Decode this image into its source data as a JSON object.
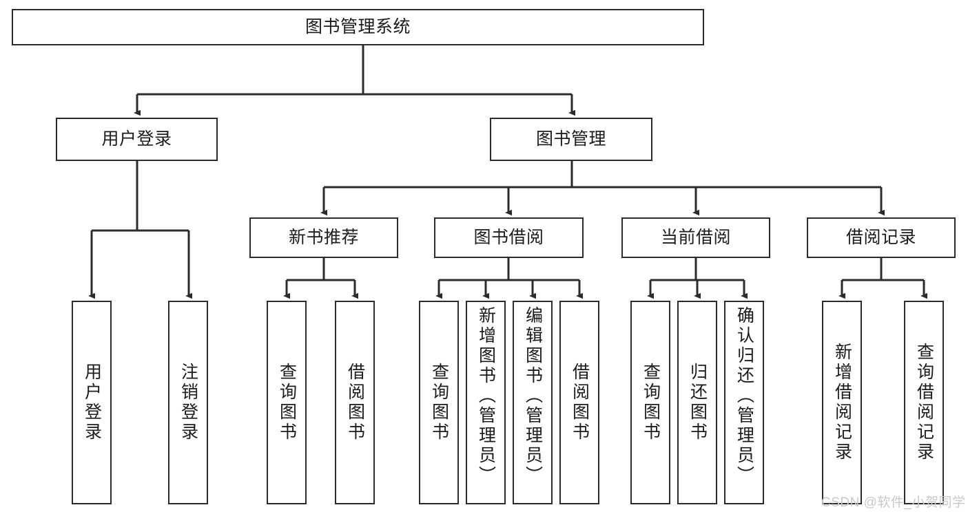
{
  "diagram": {
    "type": "tree-hierarchy",
    "title": "图书管理系统",
    "root": {
      "label": "图书管理系统"
    },
    "level1": [
      {
        "label": "用户登录"
      },
      {
        "label": "图书管理"
      }
    ],
    "level2": [
      {
        "label": "新书推荐"
      },
      {
        "label": "图书借阅"
      },
      {
        "label": "当前借阅"
      },
      {
        "label": "借阅记录"
      }
    ],
    "leaves": {
      "user_login": [
        {
          "label": "用户登录"
        },
        {
          "label": "注销登录"
        }
      ],
      "new_book_recommend": [
        {
          "label": "查询图书"
        },
        {
          "label": "借阅图书"
        }
      ],
      "book_borrow": [
        {
          "label": "查询图书"
        },
        {
          "label": "新增图书（管理员）"
        },
        {
          "label": "编辑图书（管理员）"
        },
        {
          "label": "借阅图书"
        }
      ],
      "current_borrow": [
        {
          "label": "查询图书"
        },
        {
          "label": "归还图书"
        },
        {
          "label": "确认归还（管理员）"
        }
      ],
      "borrow_record": [
        {
          "label": "新增借阅记录"
        },
        {
          "label": "查询借阅记录"
        }
      ]
    }
  },
  "watermark": {
    "text": "CSDN @软件_小贺同学"
  },
  "colors": {
    "stroke": "#2b2b2b",
    "background": "#ffffff",
    "text": "#1b1b1b",
    "watermark": "#c9c9c9"
  }
}
